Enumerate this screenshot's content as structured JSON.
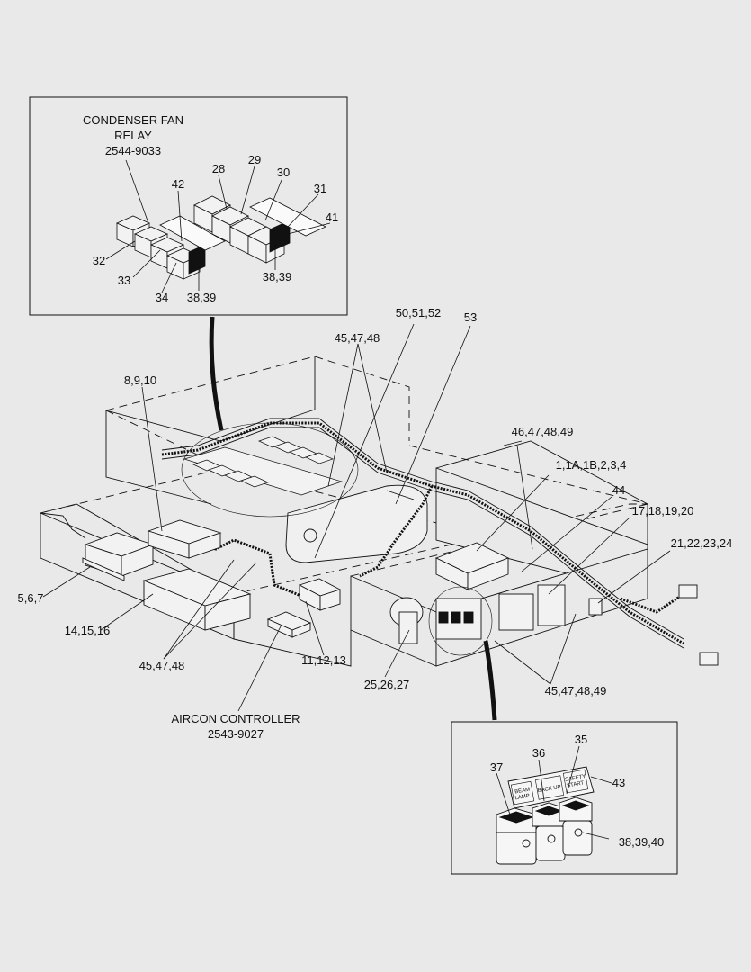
{
  "inset_top": {
    "title_line1": "CONDENSER FAN",
    "title_line2": "RELAY",
    "part_no": "2544-9033",
    "callouts": [
      "42",
      "28",
      "29",
      "30",
      "31",
      "41",
      "32",
      "33",
      "34",
      "38,39",
      "38,39"
    ]
  },
  "main": {
    "callouts": [
      "50,51,52",
      "53",
      "45,47,48",
      "8,9,10",
      "46,47,48,49",
      "1,1A,1B,2,3,4",
      "44",
      "17,18,19,20",
      "21,22,23,24",
      "5,6,7",
      "14,15,16",
      "45,47,48",
      "11,12,13",
      "25,26,27",
      "45,47,48,49"
    ],
    "controller_name": "AIRCON CONTROLLER",
    "controller_part_no": "2543-9027"
  },
  "inset_bottom": {
    "callouts": [
      "36",
      "35",
      "37",
      "43",
      "38,39,40"
    ],
    "switch_labels": [
      "BEAM",
      "LAMP",
      "BACK UP",
      "SAFETY",
      "START"
    ]
  },
  "colors": {
    "background": "#e9e9e9",
    "line": "#111111",
    "panel_fill": "#e9e9e9",
    "relay_fill": "#f2f2f2"
  }
}
